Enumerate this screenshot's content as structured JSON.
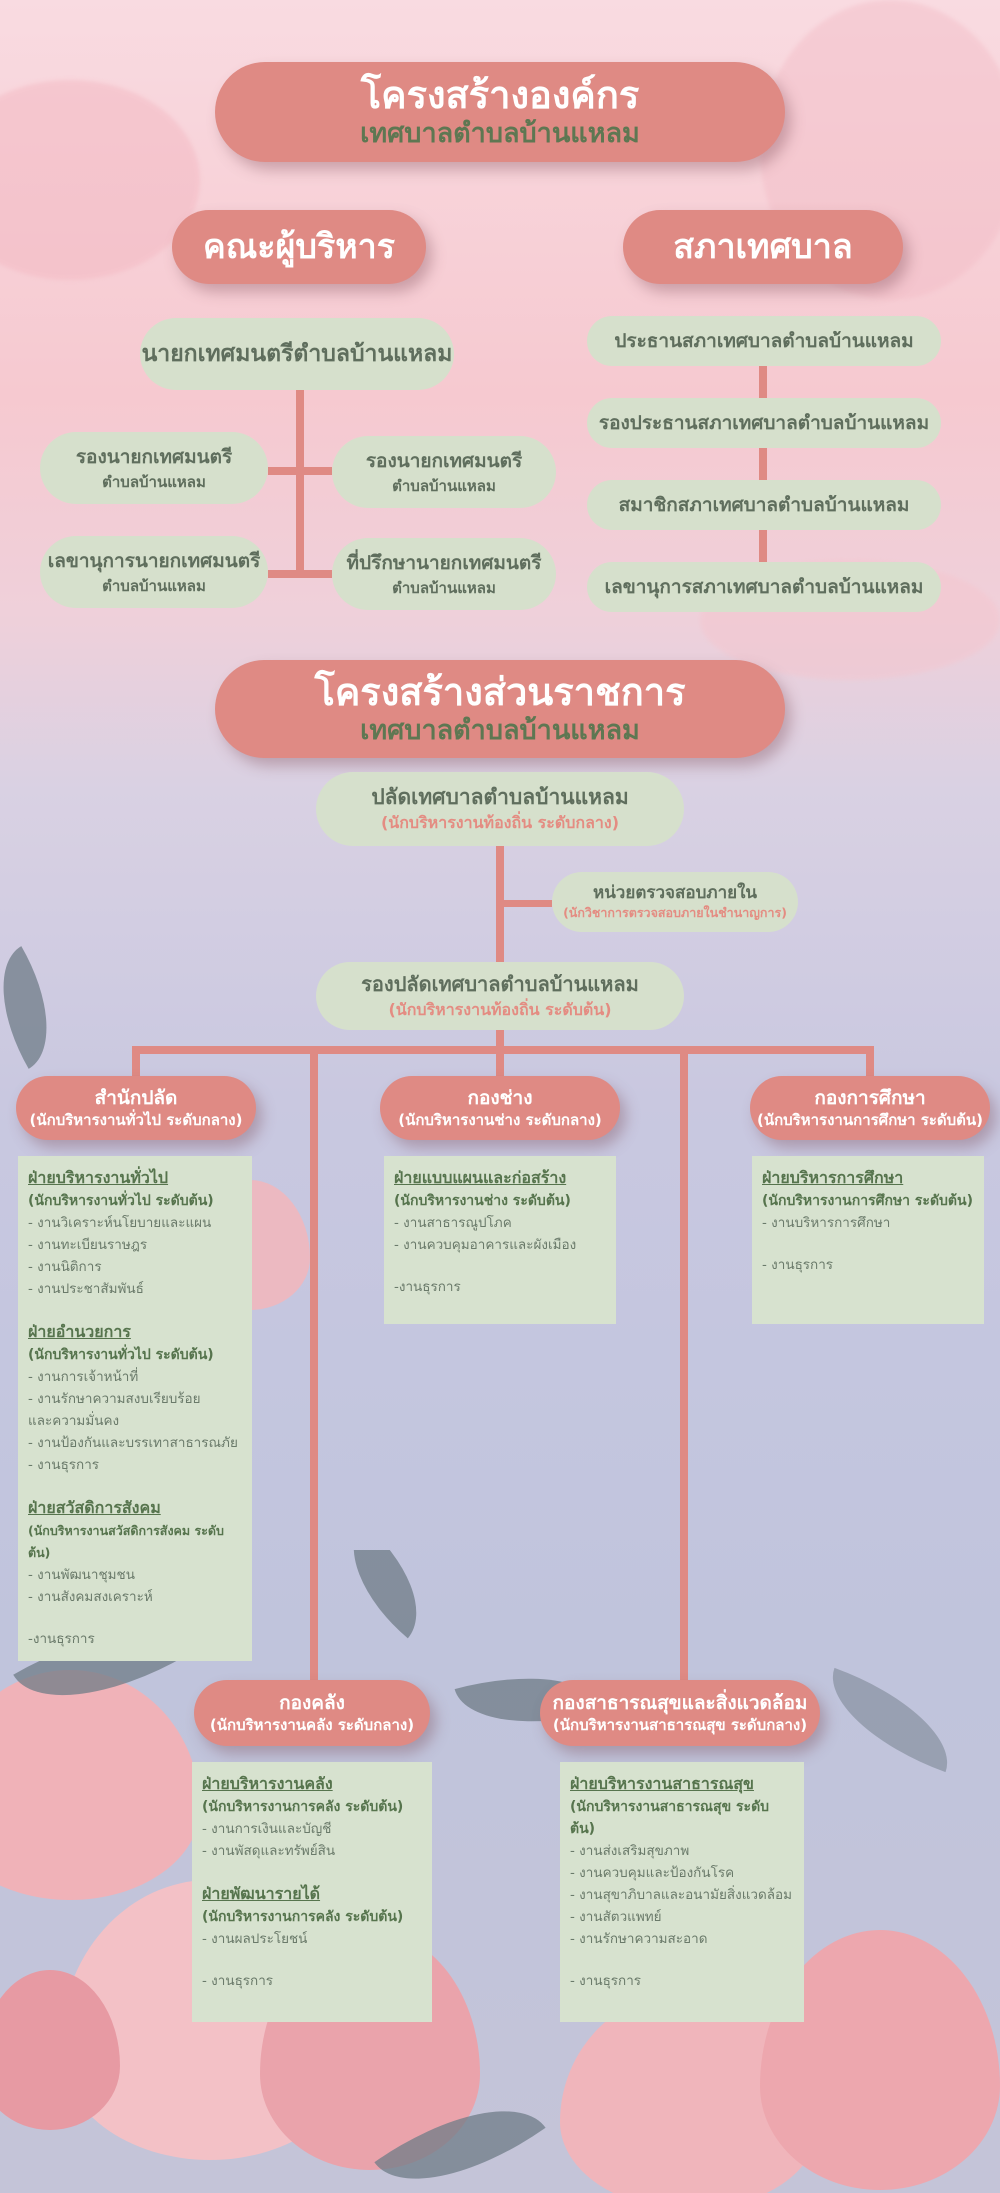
{
  "header1": {
    "title": "โครงสร้างองค์กร",
    "subtitle": "เทศบาลตำบลบ้านแหลม"
  },
  "exec": {
    "title": "คณะผู้บริหาร",
    "mayor": "นายกเทศมนตรีตำบลบ้านแหลม",
    "deputy1": {
      "name": "รองนายกเทศมนตรี",
      "sub": "ตำบลบ้านแหลม"
    },
    "deputy2": {
      "name": "รองนายกเทศมนตรี",
      "sub": "ตำบลบ้านแหลม"
    },
    "secretary": {
      "name": "เลขานุการนายกเทศมนตรี",
      "sub": "ตำบลบ้านแหลม"
    },
    "advisor": {
      "name": "ที่ปรึกษานายกเทศมนตรี",
      "sub": "ตำบลบ้านแหลม"
    }
  },
  "council": {
    "title": "สภาเทศบาล",
    "members": [
      "ประธานสภาเทศบาลตำบลบ้านแหลม",
      "รองประธานสภาเทศบาลตำบลบ้านแหลม",
      "สมาชิกสภาเทศบาลตำบลบ้านแหลม",
      "เลขานุการสภาเทศบาลตำบลบ้านแหลม"
    ]
  },
  "header2": {
    "title": "โครงสร้างส่วนราชการ",
    "subtitle": "เทศบาลตำบลบ้านแหลม"
  },
  "clerk": {
    "name": "ปลัดเทศบาลตำบลบ้านแหลม",
    "sub": "(นักบริหารงานท้องถิ่น ระดับกลาง)"
  },
  "audit": {
    "name": "หน่วยตรวจสอบภายใน",
    "sub": "(นักวิชาการตรวจสอบภายในชำนาญการ)"
  },
  "deputy_clerk": {
    "name": "รองปลัดเทศบาลตำบลบ้านแหลม",
    "sub": "(นักบริหารงานท้องถิ่น ระดับต้น)"
  },
  "departments": {
    "office": {
      "name": "สำนักปลัด",
      "sub": "(นักบริหารงานทั่วไป ระดับกลาง)",
      "sections": [
        {
          "title": "ฝ่ายบริหารงานทั่วไป",
          "level": "(นักบริหารงานทั่วไป ระดับต้น)",
          "items": [
            "- งานวิเคราะห์นโยบายและแผน",
            "- งานทะเบียนราษฎร",
            "- งานนิติการ",
            "- งานประชาสัมพันธ์"
          ]
        },
        {
          "title": "ฝ่ายอำนวยการ",
          "level": "(นักบริหารงานทั่วไป ระดับต้น)",
          "items": [
            "- งานการเจ้าหน้าที่",
            "- งานรักษาความสงบเรียบร้อย",
            "และความมั่นคง",
            "- งานป้องกันและบรรเทาสาธารณภัย",
            "- งานธุรการ"
          ]
        },
        {
          "title": "ฝ่ายสวัสดิการสังคม",
          "level": "(นักบริหารงานสวัสดิการสังคม ระดับต้น)",
          "items": [
            "- งานพัฒนาชุมชน",
            "- งานสังคมสงเคราะห์"
          ]
        }
      ],
      "extra": "-งานธุรการ"
    },
    "engineering": {
      "name": "กองช่าง",
      "sub": "(นักบริหารงานช่าง ระดับกลาง)",
      "section": {
        "title": "ฝ่ายแบบแผนและก่อสร้าง",
        "level": "(นักบริหารงานช่าง ระดับต้น)",
        "items": [
          "- งานสาธารณูปโภค",
          "- งานควบคุมอาคารและผังเมือง"
        ]
      },
      "extra": "-งานธุรการ"
    },
    "education": {
      "name": "กองการศึกษา",
      "sub": "(นักบริหารงานการศึกษา ระดับต้น)",
      "section": {
        "title": "ฝ่ายบริหารการศึกษา",
        "level": "(นักบริหารงานการศึกษา ระดับต้น)",
        "items": [
          "- งานบริหารการศึกษา"
        ]
      },
      "extra": "- งานธุรการ"
    },
    "finance": {
      "name": "กองคลัง",
      "sub": "(นักบริหารงานคลัง ระดับกลาง)",
      "sections": [
        {
          "title": "ฝ่ายบริหารงานคลัง",
          "level": "(นักบริหารงานการคลัง ระดับต้น)",
          "items": [
            "- งานการเงินและบัญชี",
            "- งานพัสดุและทรัพย์สิน"
          ]
        },
        {
          "title": "ฝ่ายพัฒนารายได้",
          "level": "(นักบริหารงานการคลัง ระดับต้น)",
          "items": [
            "- งานผลประโยชน์"
          ]
        }
      ],
      "extra": "- งานธุรการ"
    },
    "health": {
      "name": "กองสาธารณสุขและสิ่งแวดล้อม",
      "sub": "(นักบริหารงานสาธารณสุข ระดับกลาง)",
      "section": {
        "title": "ฝ่ายบริหารงานสาธารณสุข",
        "level": "(นักบริหารงานสาธารณสุข ระดับต้น)",
        "items": [
          "- งานส่งเสริมสุขภาพ",
          "- งานควบคุมและป้องกันโรค",
          "- งานสุขาภิบาลและอนามัยสิ่งแวดล้อม",
          "- งานสัตวแพทย์",
          "- งานรักษาความสะอาด"
        ]
      },
      "extra": "- งานธุรการ"
    }
  }
}
